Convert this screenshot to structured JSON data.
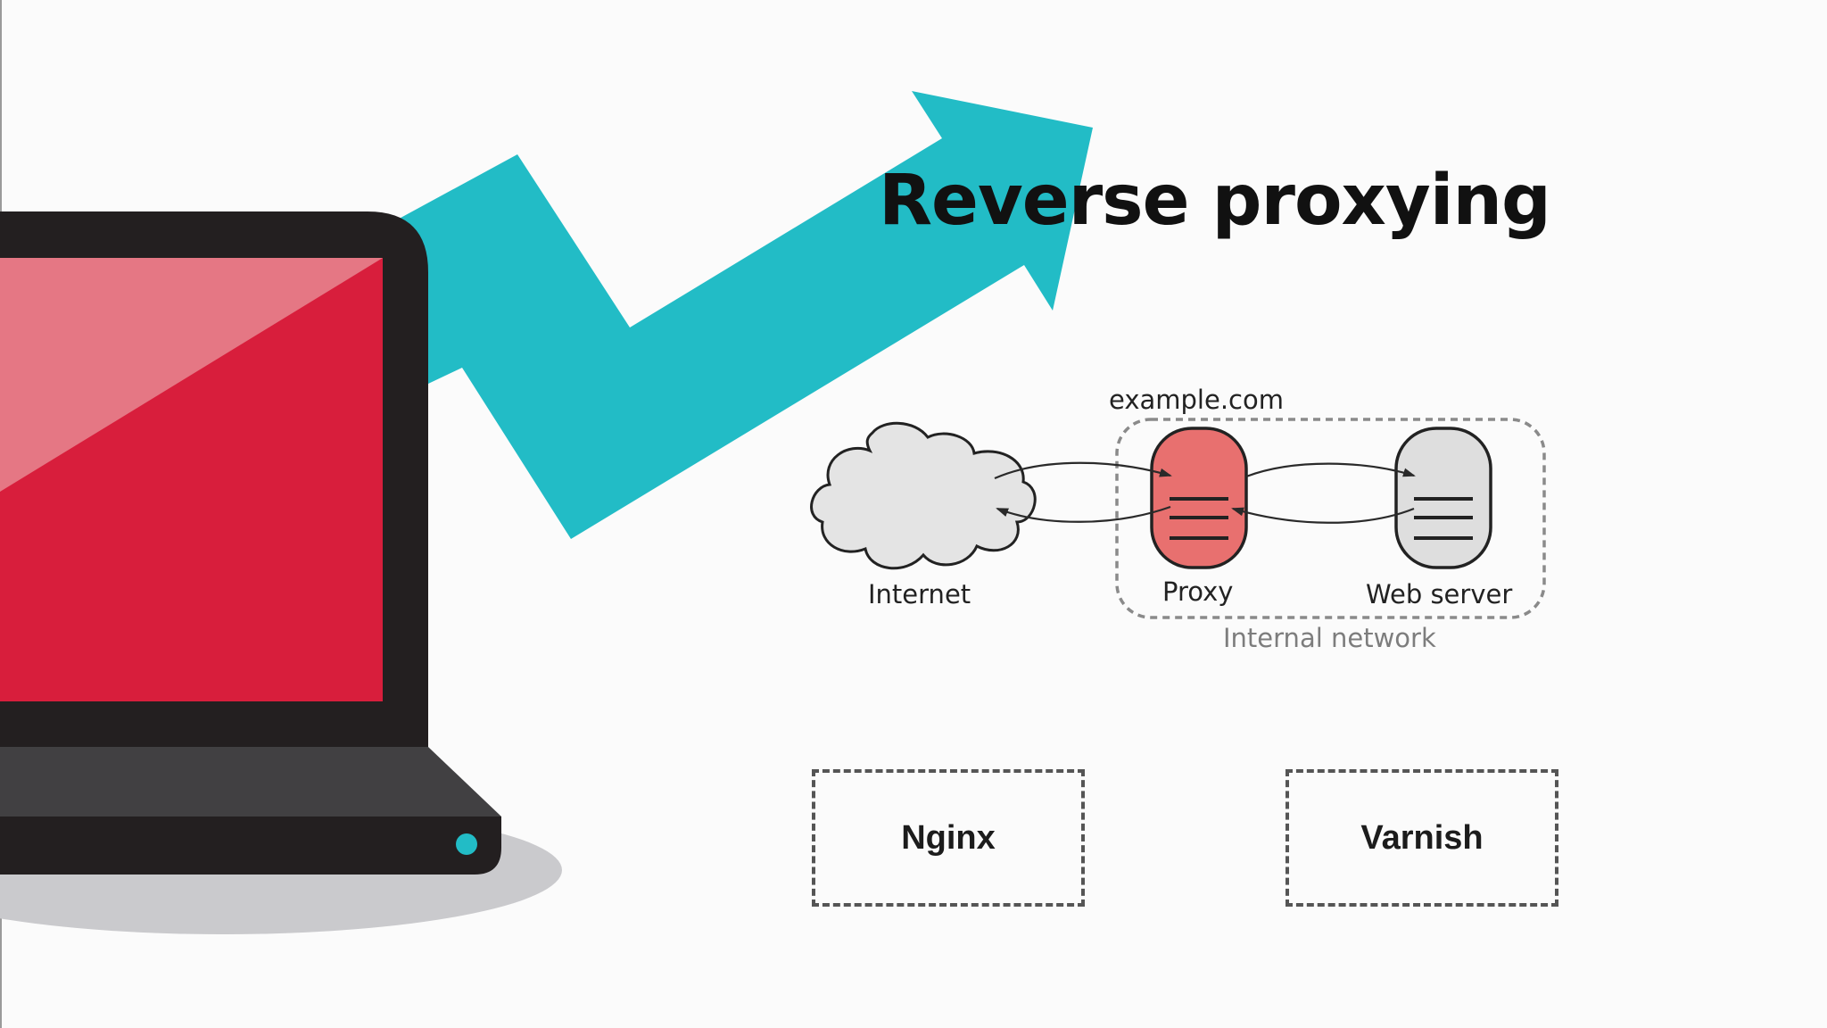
{
  "slide": {
    "title": "Reverse proxying"
  },
  "diagram": {
    "domain_label": "example.com",
    "nodes": [
      {
        "id": "internet",
        "label": "Internet",
        "icon": "cloud-icon"
      },
      {
        "id": "proxy",
        "label": "Proxy",
        "icon": "server-icon"
      },
      {
        "id": "web_server",
        "label": "Web server",
        "icon": "server-icon"
      }
    ],
    "group_label": "Internal network",
    "colors": {
      "proxy": "#e8706f",
      "server": "#dedede",
      "cloud": "#e4e4e4"
    }
  },
  "options": [
    {
      "label": "Nginx"
    },
    {
      "label": "Varnish"
    }
  ],
  "illustration": {
    "laptop_icon": "laptop-icon",
    "arrow_icon": "trend-arrow-icon",
    "colors": {
      "arrow": "#22bcc6",
      "laptop_body": "#231f20",
      "screen": "#d81e3c",
      "screen_highlight": "#e57784",
      "base": "#414042",
      "shadow": "#cacacd",
      "power_light": "#22bcc6"
    }
  }
}
